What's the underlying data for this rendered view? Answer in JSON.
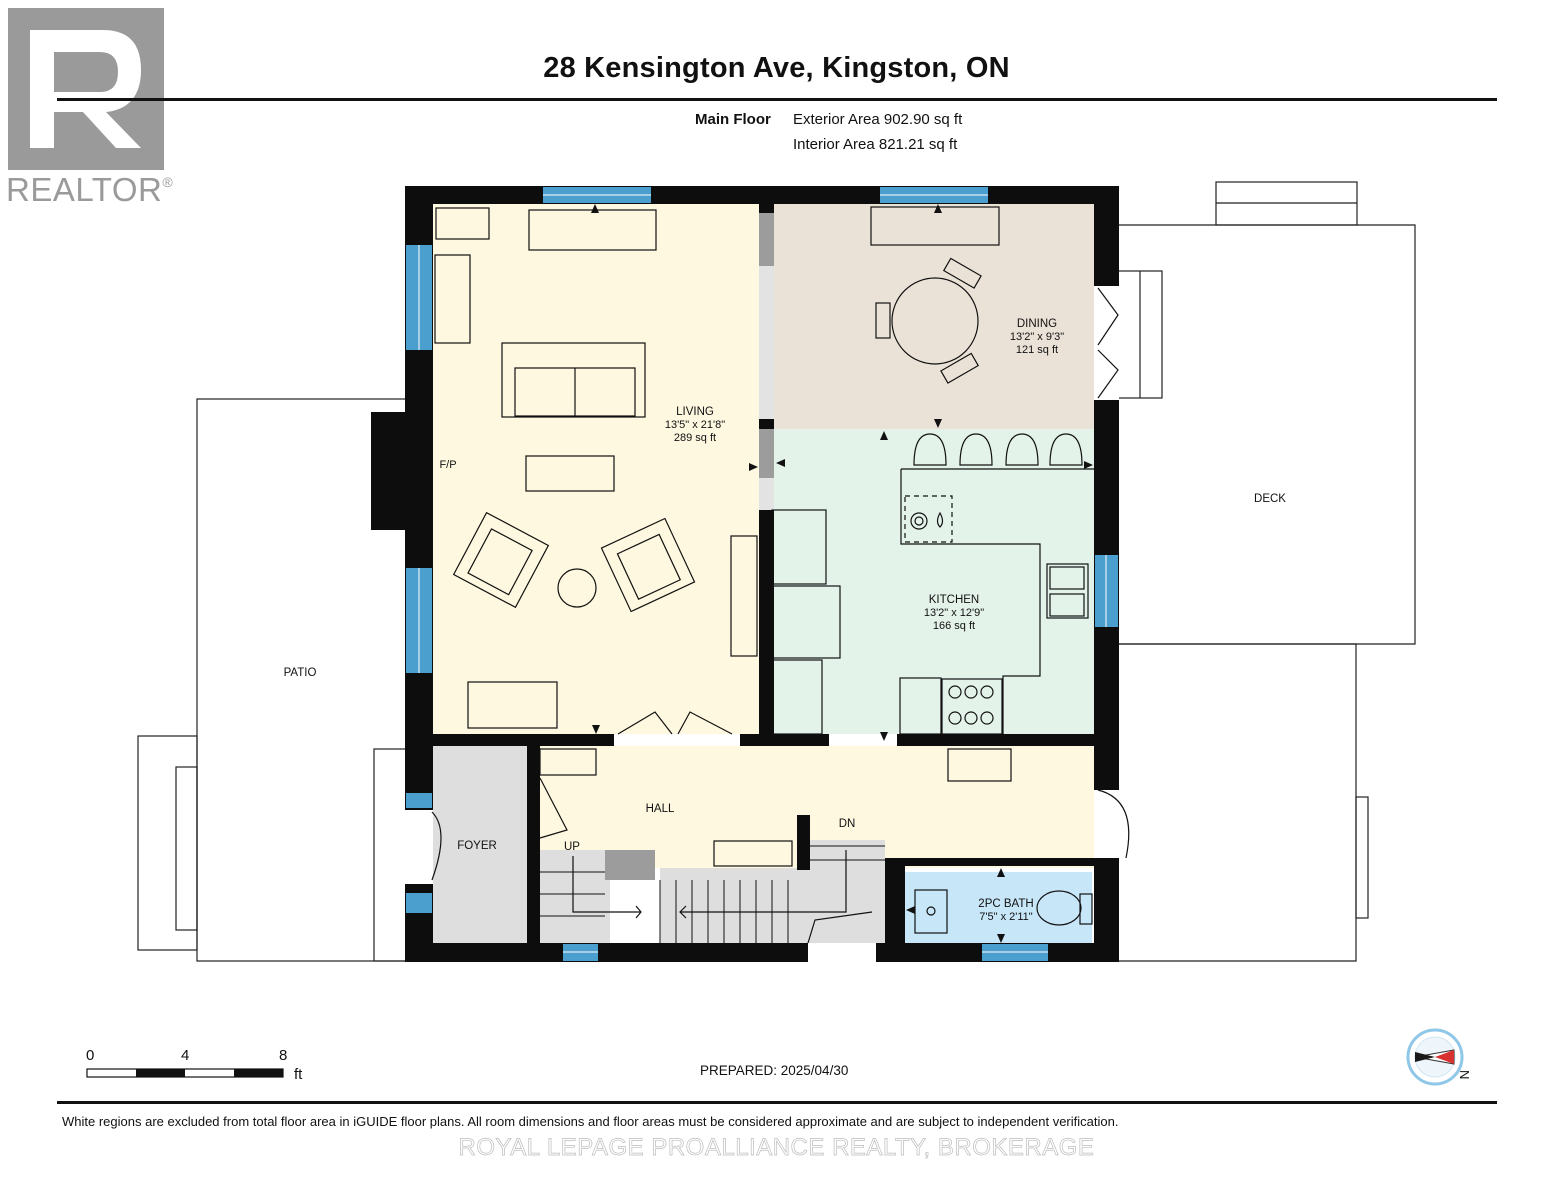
{
  "header": {
    "title": "28 Kensington Ave, Kingston, ON",
    "floor": "Main Floor",
    "exterior_area": "Exterior Area 902.90 sq ft",
    "interior_area": "Interior Area 821.21 sq ft"
  },
  "logo": {
    "text": "REALTOR",
    "mark": "®"
  },
  "rooms": {
    "living": {
      "name": "LIVING",
      "dims": "13'5\" x 21'8\"",
      "area": "289 sq ft"
    },
    "dining": {
      "name": "DINING",
      "dims": "13'2\" x 9'3\"",
      "area": "121 sq ft"
    },
    "kitchen": {
      "name": "KITCHEN",
      "dims": "13'2\" x 12'9\"",
      "area": "166 sq ft"
    },
    "bath": {
      "name": "2PC BATH",
      "dims": "7'5\" x 2'11\""
    },
    "hall": {
      "name": "HALL"
    },
    "foyer": {
      "name": "FOYER"
    },
    "patio": {
      "name": "PATIO"
    },
    "deck": {
      "name": "DECK"
    }
  },
  "labels": {
    "fireplace": "F/P",
    "up": "UP",
    "down": "DN"
  },
  "scale": {
    "ticks": [
      "0",
      "4",
      "8"
    ],
    "unit": "ft"
  },
  "prepared": "PREPARED: 2025/04/30",
  "compass": {
    "north": "N"
  },
  "footer": {
    "disclaimer": "White regions are excluded from total floor area in iGUIDE floor plans. All room dimensions and floor areas must be considered approximate and are subject to independent verification.",
    "brokerage": "ROYAL LEPAGE PROALLIANCE REALTY, BROKERAGE"
  },
  "colors": {
    "living": "#fdf8df",
    "dining": "#ebe2d7",
    "kitchen": "#e4f3ea",
    "hall": "#fdf8df",
    "bath": "#c7e6f8",
    "foyer": "#dedede",
    "wall": "#0d0d0d",
    "window": "#4a9fcf"
  }
}
